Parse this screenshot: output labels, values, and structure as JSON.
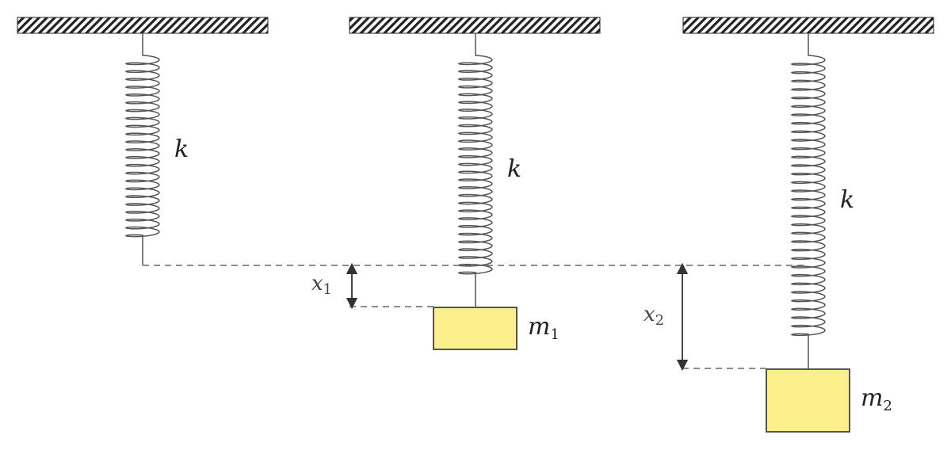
{
  "labels": {
    "spring_constant": "k",
    "mass_1": "m",
    "mass_1_sub": "1",
    "mass_2": "m",
    "mass_2_sub": "2",
    "extension_1": "x",
    "extension_1_sub": "1",
    "extension_2": "x",
    "extension_2_sub": "2"
  },
  "colors": {
    "ceiling_hatch": "#222222",
    "spring": "#555555",
    "dashed_line": "#666666",
    "arrow": "#333333",
    "mass_fill": "#fbef8c",
    "mass_stroke": "#444444"
  }
}
